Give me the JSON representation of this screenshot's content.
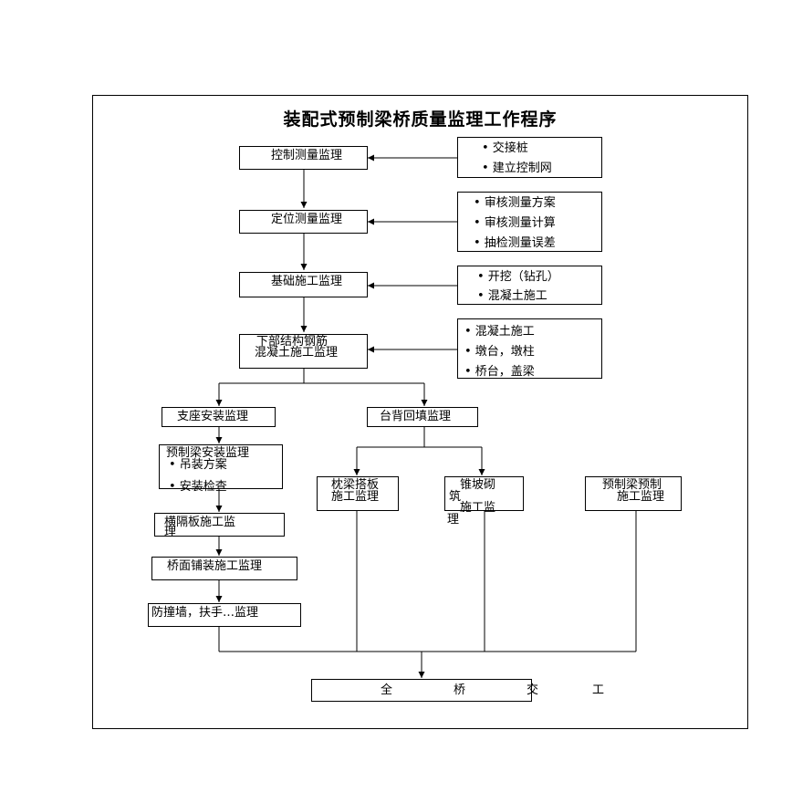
{
  "title": "装配式预制梁桥质量监理工作程序",
  "main_steps": {
    "control_survey": "控制测量监理",
    "positioning_survey": "定位测量监理",
    "foundation": "基础施工监理",
    "substructure_line1": "下部结构钢筋",
    "substructure_line2": "混凝土施工监理"
  },
  "notes": {
    "control_survey": [
      "• 交接桩",
      "• 建立控制网"
    ],
    "positioning_survey": [
      "• 审核测量方案",
      "• 审核测量计算",
      "• 抽检测量误差"
    ],
    "foundation": [
      "• 开挖（钻孔）",
      "• 混凝土施工"
    ],
    "substructure": [
      "• 混凝土施工",
      "• 墩台，墩柱",
      "• 桥台，盖梁"
    ]
  },
  "left_branch": {
    "bearing": "支座安装监理",
    "beam_install": "预制梁安装监理",
    "beam_install_items": [
      "•  吊装方案",
      "•  安装检查"
    ],
    "diaphragm_line1": "横隔板施工监",
    "diaphragm_line2": "理",
    "deck": "桥面铺装施工监理",
    "barrier": "防撞墙，扶手…监理"
  },
  "right_branch": {
    "backfill": "台背回填监理",
    "sleeper_line1": "枕梁搭板",
    "sleeper_line2": "施工监理",
    "slope_line1": "锥坡砌",
    "slope_line2": "筑",
    "slope_line3": "施工监",
    "slope_line4": "理",
    "precast_line1": "预制梁预制",
    "precast_line2": "施工监理"
  },
  "final": [
    "全",
    "桥",
    "交",
    "工"
  ]
}
